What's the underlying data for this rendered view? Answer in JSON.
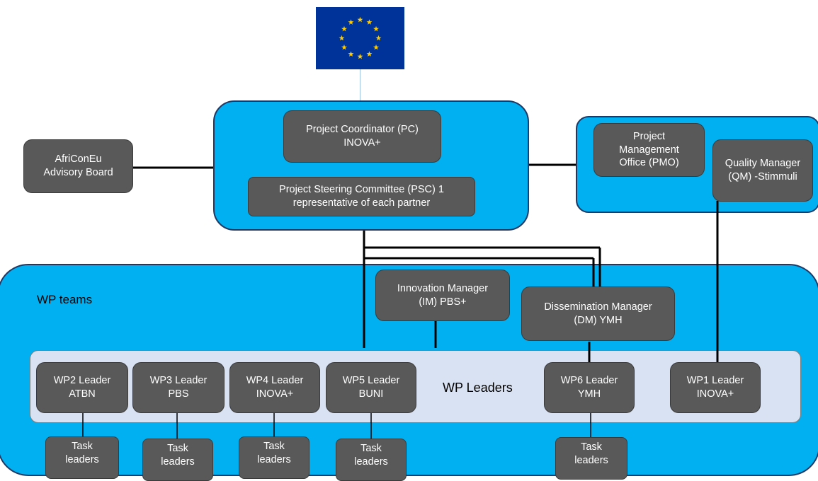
{
  "funder": {
    "flag_name": "eu-flag",
    "flag_color": "#003399",
    "star_color": "#ffcc00"
  },
  "colors": {
    "container": "#00b0f0",
    "box": "#595959",
    "band": "#d9e2f3"
  },
  "nodes": {
    "project_coordinator": "Project Coordinator (PC)\nINOVA+",
    "steering_committee": "Project Steering Committee (PSC) 1\nrepresentative of each partner",
    "advisory_board": "AfriConEu\nAdvisory Board",
    "pmo": "Project\nManagement\nOffice (PMO)",
    "quality_manager": "Quality Manager\n(QM) -Stimmuli",
    "innovation_manager": "Innovation Manager\n(IM) PBS+",
    "dissemination_manager": "Dissemination Manager\n(DM) YMH"
  },
  "wp_teams_label": "WP teams",
  "wp_leaders_label": "WP Leaders",
  "wp_leaders": [
    "WP2 Leader\nATBN",
    "WP3 Leader\nPBS",
    "WP4 Leader\nINOVA+",
    "WP5 Leader\nBUNI",
    "WP6 Leader\nYMH",
    "WP1 Leader\nINOVA+"
  ],
  "task_leaders": [
    "Task\nleaders",
    "Task\nleaders",
    "Task\nleaders",
    "Task\nleaders",
    "Task\nleaders"
  ]
}
